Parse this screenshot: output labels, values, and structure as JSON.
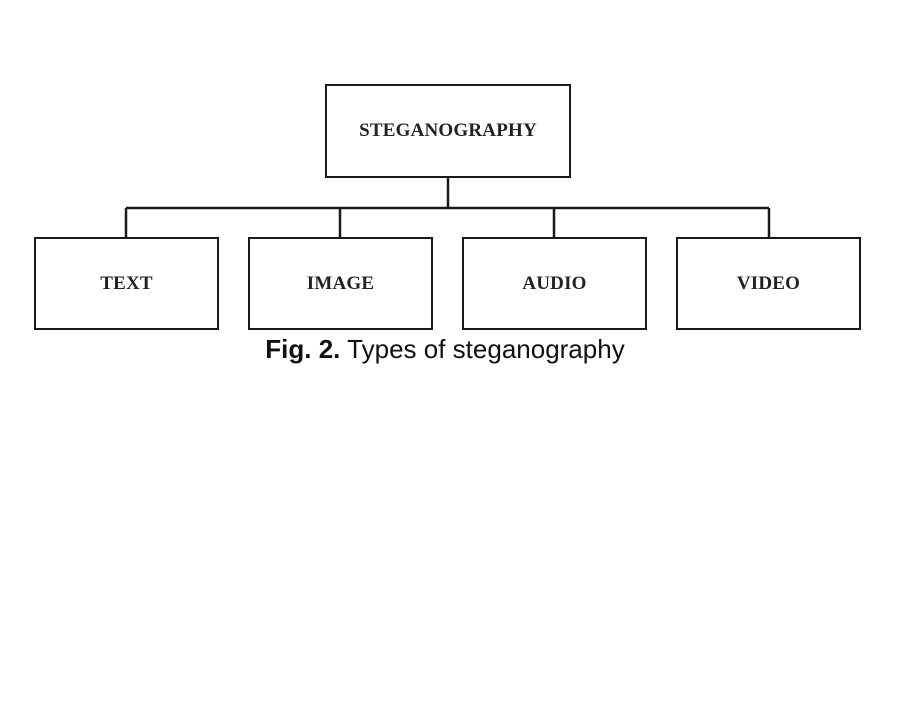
{
  "diagram": {
    "root": "STEGANOGRAPHY",
    "children": [
      "TEXT",
      "IMAGE",
      "AUDIO",
      "VIDEO"
    ]
  },
  "caption": {
    "label": "Fig. 2.",
    "text": "Types of steganography"
  }
}
